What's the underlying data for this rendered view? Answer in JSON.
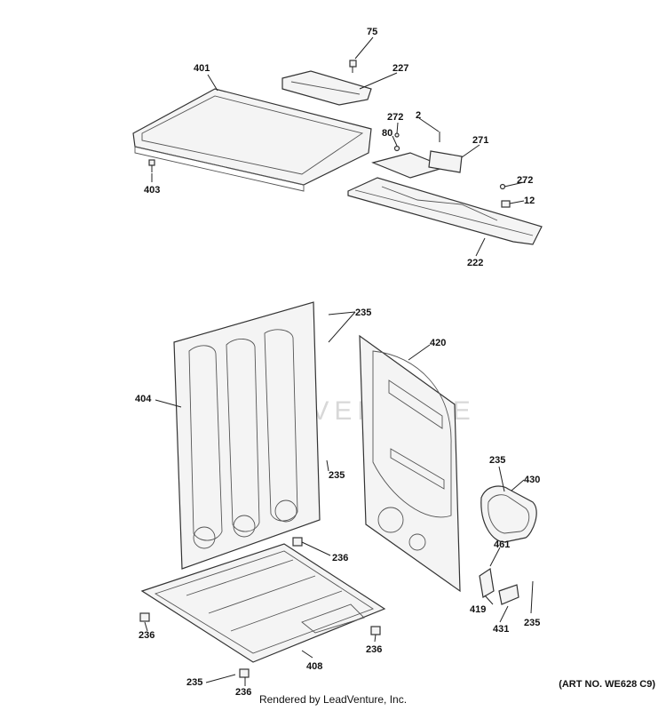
{
  "watermark": "LEADVENTURE",
  "footer": "Rendered by LeadVenture, Inc.",
  "art_number": "(ART NO. WE628 C9)",
  "callouts": {
    "c75": "75",
    "c227": "227",
    "c401": "401",
    "c272a": "272",
    "c2": "2",
    "c80": "80",
    "c271": "271",
    "c403": "403",
    "c272b": "272",
    "c12": "12",
    "c222": "222",
    "c235a": "235",
    "c420": "420",
    "c404": "404",
    "c235b": "235",
    "c235c": "235",
    "c430": "430",
    "c236a": "236",
    "c461": "461",
    "c419": "419",
    "c431": "431",
    "c235d": "235",
    "c236b": "236",
    "c236c": "236",
    "c408": "408",
    "c235e": "235",
    "c236d": "236"
  }
}
